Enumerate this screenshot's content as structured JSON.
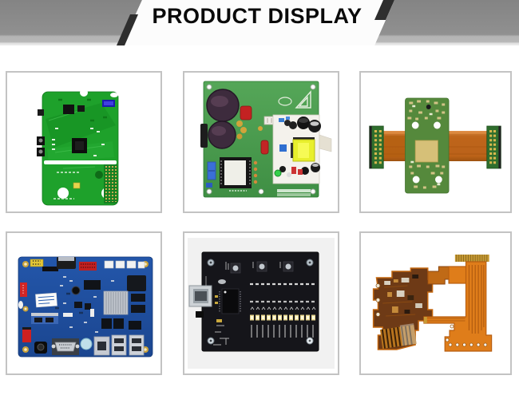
{
  "header": {
    "title": "PRODUCT DISPLAY",
    "bar_color": "#8b8b8b",
    "bar_highlight": "#b5b5b5",
    "accent_color": "#2e2e2e",
    "banner_color": "#fcfcfc",
    "title_color": "#0a0a0a"
  },
  "grid": {
    "rows": 2,
    "cols": 3,
    "cell_border_color": "#c3c3c3",
    "cell_background": "#ffffff"
  },
  "products": [
    {
      "id": "green-control-pcb",
      "alt": "Green control PCB with center chip, blue module and audio jacks",
      "primary_color": "#1ea12b"
    },
    {
      "id": "power-supply-board",
      "alt": "Green power supply board with large capacitors and yellow transformer",
      "primary_color": "#4a9e4e"
    },
    {
      "id": "rigid-flex-pcb",
      "alt": "Rigid-flex PCB with orange ribbon cables and gold pad end connectors",
      "primary_color": "#cf7a28"
    },
    {
      "id": "blue-sbc-board",
      "alt": "Blue single board computer with heatsink, DB9 serial and USB ports",
      "primary_color": "#1e4f9f"
    },
    {
      "id": "black-led-dev-board",
      "alt": "Black development board with USB-B port, push buttons and LED row",
      "primary_color": "#16161a"
    },
    {
      "id": "orange-flex-pcb",
      "alt": "Orange flexible printed circuits with gold fingers and mounting holes",
      "primary_color": "#df7d1a"
    }
  ]
}
